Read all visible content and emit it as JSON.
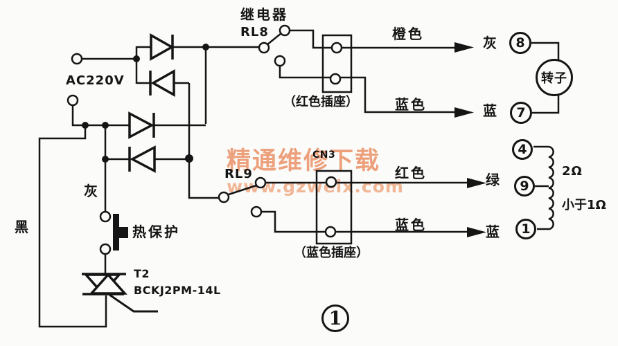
{
  "power": {
    "label": "AC220V"
  },
  "relay_rl8": {
    "title": "继电器",
    "name": "RL8"
  },
  "relay_rl9": {
    "name": "RL9"
  },
  "sockets": {
    "red": "（红色插座）",
    "blue": "（蓝色插座）",
    "connector": "CN3"
  },
  "wire_labels": {
    "orange": "橙色",
    "blue_top": "蓝色",
    "red": "红色",
    "blue_bottom": "蓝色"
  },
  "motor_labels": {
    "gray": "灰",
    "blue_top": "蓝",
    "green": "绿",
    "blue_bottom": "蓝"
  },
  "left_labels": {
    "gray": "灰",
    "black": "黑"
  },
  "rotor": {
    "label": "转子"
  },
  "pins": {
    "p8": "8",
    "p7": "7",
    "p4": "4",
    "p9": "9",
    "p1": "1"
  },
  "coil": {
    "upper_resistance": "2Ω",
    "lower_resistance": "小于1Ω"
  },
  "thermal": {
    "label": "热保护"
  },
  "triac": {
    "designator": "T2",
    "model": "BCKJ2PM-14L"
  },
  "figure": {
    "number": "1"
  },
  "watermark": {
    "line1": "精通维修下载",
    "line2": "www.gzweix.com",
    "color": "#e9875a"
  },
  "colors": {
    "ink": "#151515",
    "background": "#fbfbf9"
  }
}
